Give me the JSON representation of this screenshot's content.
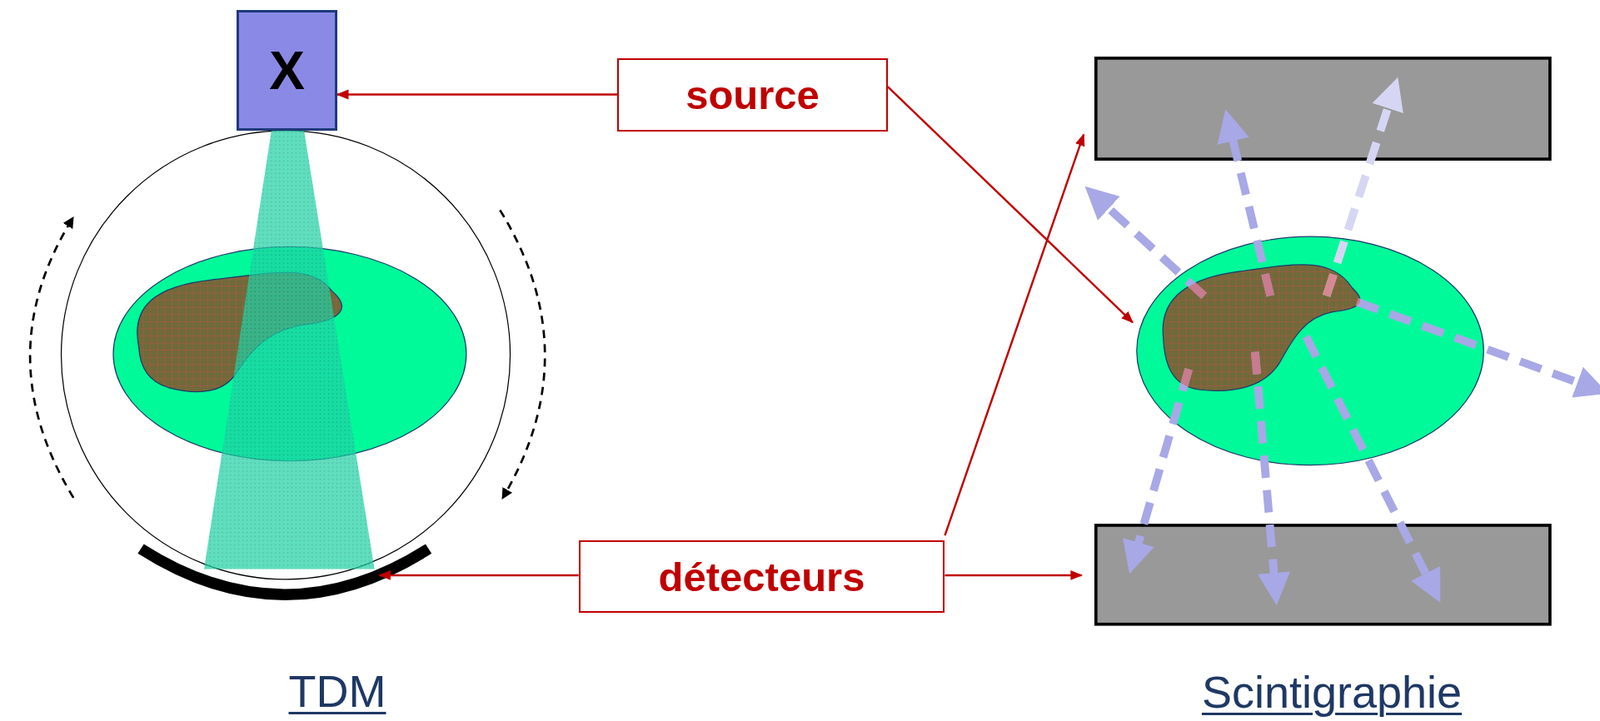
{
  "diagram": {
    "nodes": [
      {
        "text": [
          "X"
        ]
      },
      {
        "text": [
          "source"
        ]
      },
      {
        "text": [
          "détecteurs"
        ]
      }
    ],
    "edges": [
      {
        "from": 1,
        "to": 0,
        "arrow": "to"
      }
    ],
    "labels": [
      "TDM",
      "Scintigraphie"
    ]
  }
}
